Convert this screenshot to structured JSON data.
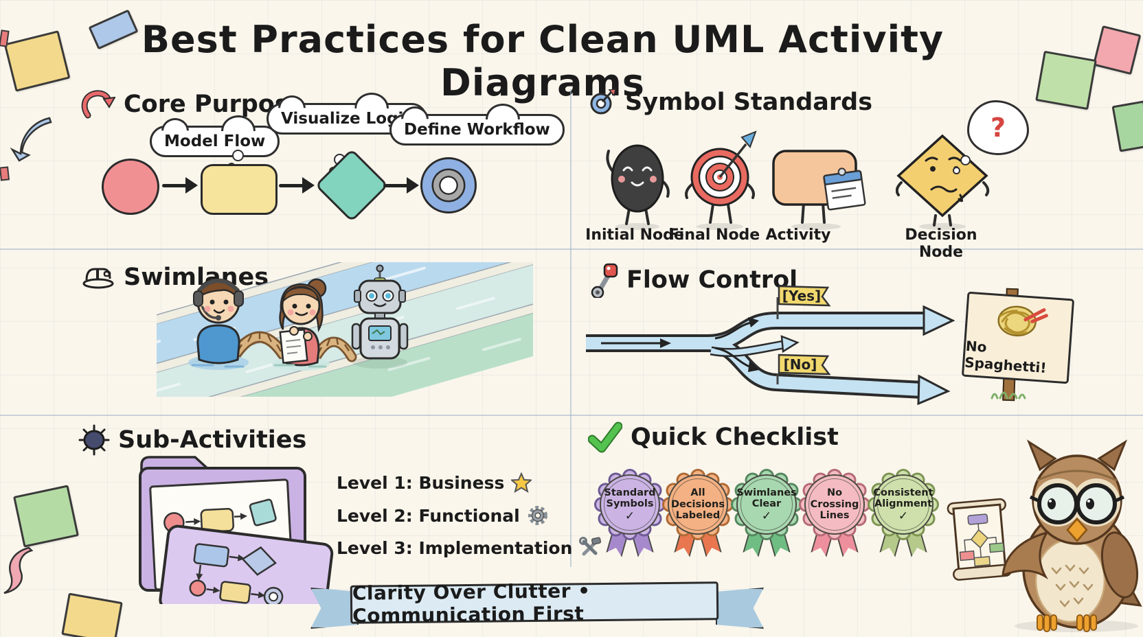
{
  "title": "Best Practices for Clean UML Activity Diagrams",
  "sections": {
    "core_purpose": {
      "heading": "Core Purpose",
      "clouds": [
        "Model Flow",
        "Visualize Logic",
        "Define Workflow"
      ]
    },
    "symbol_standards": {
      "heading": "Symbol Standards",
      "thought_mark": "?",
      "labels": [
        "Initial Node",
        "Final Node",
        "Activity",
        "Decision Node"
      ]
    },
    "swimlanes": {
      "heading": "Swimlanes"
    },
    "flow_control": {
      "heading": "Flow Control",
      "yes_label": "[Yes]",
      "no_label": "[No]",
      "sign_text": "No Spaghetti!"
    },
    "sub_activities": {
      "heading": "Sub-Activities",
      "levels": [
        "Level 1: Business",
        "Level 2: Functional",
        "Level 3: Implementation"
      ]
    },
    "quick_checklist": {
      "heading": "Quick Checklist",
      "badges": [
        {
          "line1": "Standard",
          "line2": "Symbols",
          "check": "✓",
          "color": "#cbb4e4"
        },
        {
          "line1": "All",
          "line2": "Decisions",
          "line3": "Labeled",
          "color": "#f4b183"
        },
        {
          "line1": "Swimlanes",
          "line2": "Clear",
          "check": "✓",
          "color": "#a8d8b0"
        },
        {
          "line1": "No",
          "line2": "Crossing",
          "line3": "Lines",
          "color": "#f4bcc2"
        },
        {
          "line1": "Consistent",
          "line2": "Alignment",
          "check": "✓",
          "color": "#cfe0ac"
        }
      ]
    }
  },
  "banner_text": "Clarity Over Clutter • Communication First",
  "palette": {
    "background": "#faf6ec",
    "ink": "#2b2b2b",
    "start_red": "#f19093",
    "activity_yellow": "#f6e39c",
    "decision_teal": "#82d4bf",
    "final_blue": "#8fb0e2",
    "activity_orange": "#f5c69b",
    "folder_purple": "#cbb2e4",
    "flow_blue": "#c5e2f2",
    "flag_yellow": "#f2d96e",
    "check_green": "#54c24f",
    "banner_blue": "#dbeaf3"
  }
}
